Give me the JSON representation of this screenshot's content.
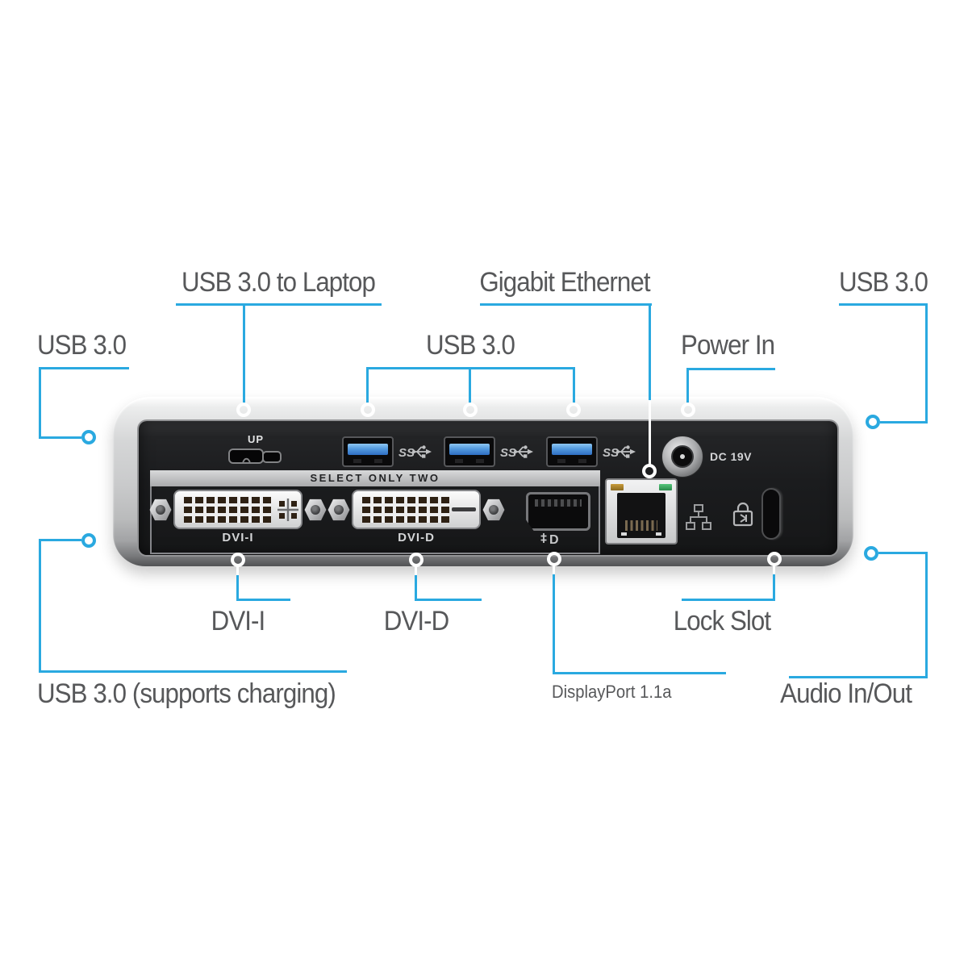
{
  "colors": {
    "accent": "#2aa9e0",
    "label": "#57585a",
    "usb_tongue": "#4a90d9",
    "led_orange": "#b07f28",
    "led_green": "#3cab5e"
  },
  "callouts": {
    "usb_to_laptop": "USB 3.0 to Laptop",
    "usb_left": "USB 3.0",
    "usb_hub": "USB 3.0",
    "gigabit_ethernet": "Gigabit Ethernet",
    "power_in": "Power In",
    "usb_right": "USB 3.0",
    "dvi_i": "DVI-I",
    "dvi_d": "DVI-D",
    "lock_slot": "Lock Slot",
    "usb_charging": "USB 3.0 (supports charging)",
    "displayport": "DisplayPort 1.1a",
    "audio_in_out": "Audio In/Out"
  },
  "device": {
    "up_port_label": "UP",
    "select_bar_text": "SELECT ONLY TWO",
    "dvi_i_port_label": "DVI-I",
    "dvi_d_port_label": "DVI-D",
    "power_jack_label": "DC 19V",
    "usb_ss_label": "SS"
  },
  "icons": {
    "usb_ss": "usb-superspeed-trident",
    "ethernet": "network-nodes",
    "lock": "kensington-lock",
    "displayport": "displayport-logo"
  }
}
